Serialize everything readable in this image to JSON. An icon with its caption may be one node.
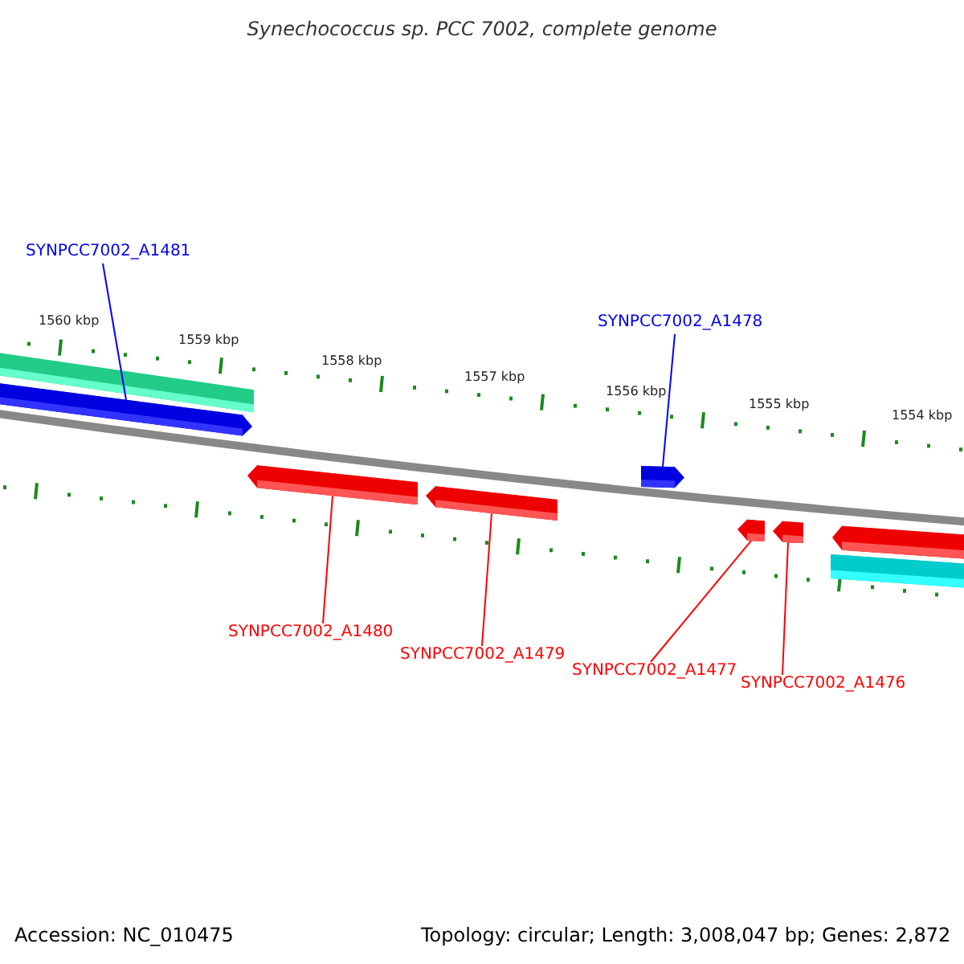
{
  "diagram": {
    "title": "Synechococcus sp. PCC 7002, complete genome",
    "nodes": [
      {
        "text": [
          "SYNPCC7002_A1481"
        ]
      },
      {
        "text": [
          "SYNPCC7002_A1478"
        ]
      },
      {
        "text": [],
        "shape": "bar"
      },
      {
        "text": [],
        "shape": "bar"
      },
      {
        "text": [],
        "shape": "bar"
      },
      {
        "text": [],
        "shape": "bar"
      },
      {
        "text": [],
        "shape": "bar"
      },
      {
        "text": [],
        "shape": "bar"
      },
      {
        "text": [],
        "shape": "bar"
      },
      {
        "text": [],
        "shape": "bar"
      },
      {
        "text": [],
        "shape": "bar"
      },
      {
        "text": [
          "SYNPCC7002_A1480"
        ]
      },
      {
        "text": [
          "SYNPCC7002_A1479"
        ]
      },
      {
        "text": [
          "SYNPCC7002_A1477"
        ]
      },
      {
        "text": [
          "SYNPCC7002_A1476"
        ]
      }
    ],
    "edges": [
      {
        "from": 0,
        "to": 3,
        "arrow": "none",
        "color": "#0000ff"
      },
      {
        "from": 1,
        "to": 4,
        "arrow": "none",
        "color": "#0000ff"
      },
      {
        "from": 11,
        "to": 5,
        "arrow": "none",
        "color": "#ff0000"
      },
      {
        "from": 12,
        "to": 6,
        "arrow": "none",
        "color": "#ff0000"
      },
      {
        "from": 13,
        "to": 7,
        "arrow": "none",
        "color": "#ff0000"
      },
      {
        "from": 14,
        "to": 8,
        "arrow": "none",
        "color": "#ff0000"
      }
    ],
    "labels": [
      "1560 kbp",
      "1559 kbp",
      "1558 kbp",
      "1557 kbp",
      "1556 kbp",
      "1555 kbp",
      "1554 kbp",
      "Accession: NC_010475",
      "Topology: circular; Length: 3,008,047 bp; Genes: 2,872"
    ]
  }
}
